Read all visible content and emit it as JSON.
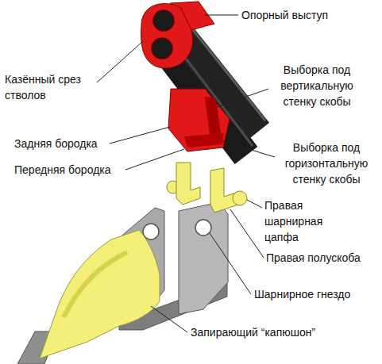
{
  "diagram": {
    "labels": [
      "Опорный выступ",
      "Казённый срез стволов",
      "Выборка под вертикальную стенку скобы",
      "Задняя бородка",
      "Передняя бородка",
      "Выборка под горизонтальную стенку скобы",
      "Правая шарнирная цапфа",
      "Правая полускоба",
      "Шарнирное гнездо",
      "Запирающий “капюшон”"
    ]
  }
}
